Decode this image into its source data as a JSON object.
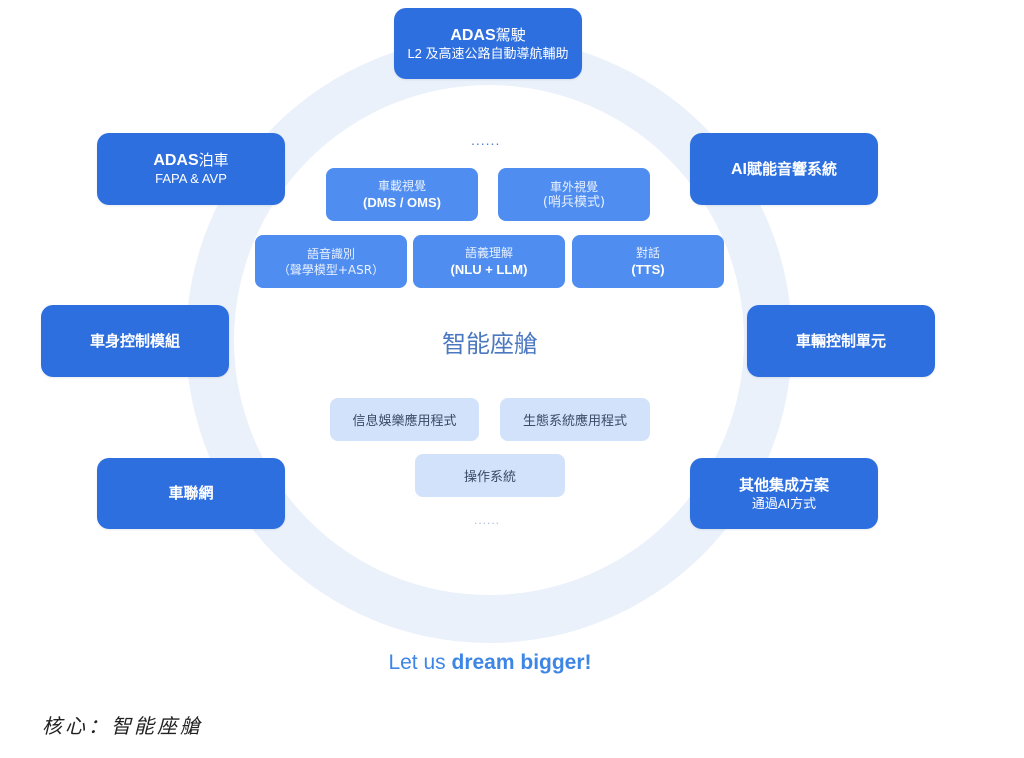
{
  "colors": {
    "outer_box": "#2e6fe0",
    "mid_box": "#4f8ef0",
    "low_box": "#d2e2fa",
    "ring": "#eaf1fb",
    "center_title": "#4b78c0",
    "slogan": "#3e86e6"
  },
  "outer_boxes": {
    "adas_drive": {
      "title_latin": "ADAS",
      "title_cjk": "駕駛",
      "subtitle": "L2 及高速公路自動導航輔助"
    },
    "adas_park": {
      "title_latin": "ADAS",
      "title_cjk": "泊車",
      "subtitle": "FAPA & AVP"
    },
    "ai_audio": {
      "title_latin": "AI",
      "title_cjk": "賦能音響系統"
    },
    "body_control": {
      "title": "車身控制模組"
    },
    "vehicle_control": {
      "title": "車輛控制單元"
    },
    "telematics": {
      "title": "車聯網"
    },
    "other_integration": {
      "title": "其他集成方案",
      "subtitle": "通過AI方式"
    }
  },
  "inner": {
    "top_dots": "......",
    "bottom_dots": "......",
    "center_title": "智能座艙",
    "vision_boxes": [
      {
        "line1": "車載視覺",
        "line2": "(DMS / OMS)"
      },
      {
        "line1": "車外視覺",
        "line2": "(哨兵模式)"
      }
    ],
    "voice_boxes": [
      {
        "line1": "語音識別",
        "line2": "（聲學模型+ASR）"
      },
      {
        "line1": "語義理解",
        "line2": "(NLU + LLM)"
      },
      {
        "line1": "對話",
        "line2": "(TTS)"
      }
    ],
    "app_boxes": [
      {
        "label": "信息娛樂應用程式"
      },
      {
        "label": "生態系統應用程式"
      },
      {
        "label": "操作系統"
      }
    ]
  },
  "slogan": {
    "light": "Let us ",
    "bold": "dream bigger!"
  },
  "caption": "核心：智能座艙"
}
